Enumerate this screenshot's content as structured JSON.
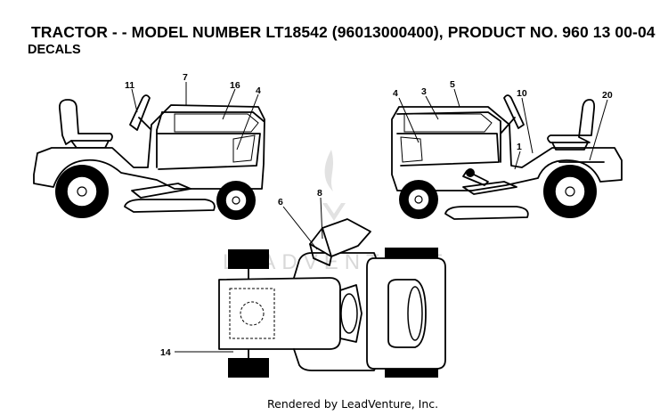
{
  "title": "TRACTOR - - MODEL NUMBER LT18542 (96013000400), PRODUCT NO. 960 13 00-04",
  "subtitle": "DECALS",
  "footer": "Rendered by LeadVenture, Inc.",
  "watermark": "LEADVENTURE",
  "callouts": {
    "left_view": [
      "11",
      "7",
      "16",
      "4"
    ],
    "right_view": [
      "4",
      "3",
      "5",
      "10",
      "20",
      "1"
    ],
    "top_view": [
      "6",
      "8",
      "14"
    ]
  }
}
